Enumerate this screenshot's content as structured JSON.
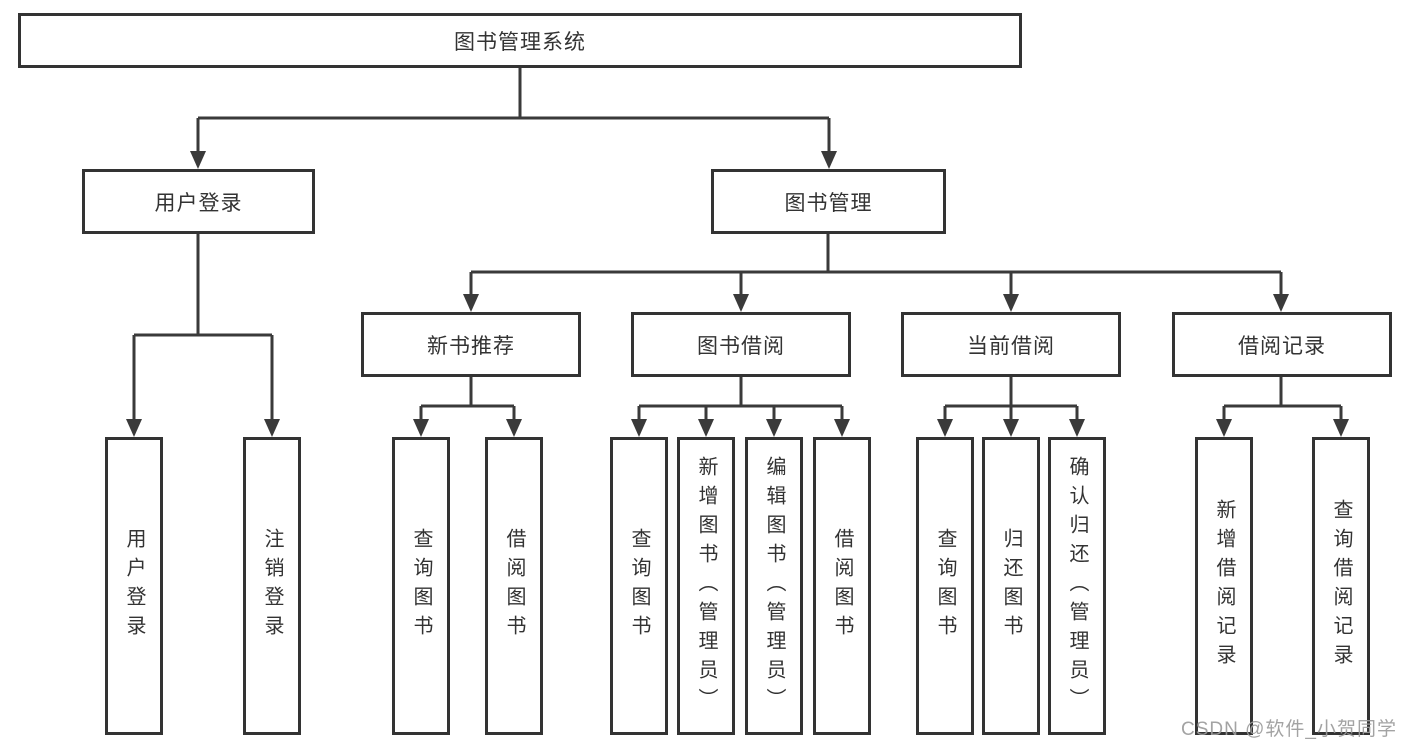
{
  "diagram": {
    "root_label": "图书管理系统",
    "branches": {
      "user_login": {
        "label": "用户登录",
        "children": [
          "用户登录",
          "注销登录"
        ]
      },
      "book_management": {
        "label": "图书管理",
        "groups": [
          {
            "label": "新书推荐",
            "children": [
              "查询图书",
              "借阅图书"
            ]
          },
          {
            "label": "图书借阅",
            "children": [
              "查询图书",
              "新增图书（管理员）",
              "编辑图书（管理员）",
              "借阅图书"
            ]
          },
          {
            "label": "当前借阅",
            "children": [
              "查询图书",
              "归还图书",
              "确认归还（管理员）"
            ]
          },
          {
            "label": "借阅记录",
            "children": [
              "新增借阅记录",
              "查询借阅记录"
            ]
          }
        ]
      }
    },
    "watermark": "CSDN @软件_小贺同学"
  },
  "colors": {
    "line": "#3a3a3a",
    "box_border": "#333333",
    "box_fill": "#ffffff",
    "text": "#333333",
    "watermark": "#9b9b9b"
  }
}
